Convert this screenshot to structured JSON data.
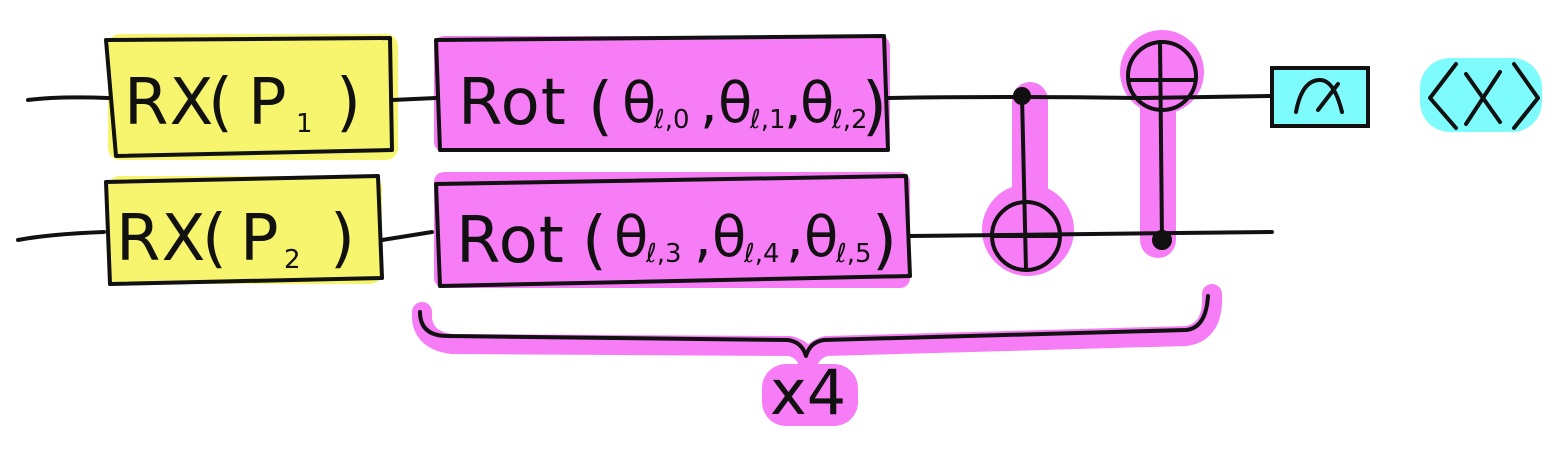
{
  "circuit": {
    "wires": [
      {
        "encoding_gate": {
          "name": "RX",
          "param_main": "P",
          "param_sub": "1"
        },
        "rot_gate": {
          "name": "Rot",
          "params": [
            {
              "main": "θ",
              "sub": "ℓ,0"
            },
            {
              "main": "θ",
              "sub": "ℓ,1"
            },
            {
              "main": "θ",
              "sub": "ℓ,2"
            }
          ]
        }
      },
      {
        "encoding_gate": {
          "name": "RX",
          "param_main": "P",
          "param_sub": "2"
        },
        "rot_gate": {
          "name": "Rot",
          "params": [
            {
              "main": "θ",
              "sub": "ℓ,3"
            },
            {
              "main": "θ",
              "sub": "ℓ,4"
            },
            {
              "main": "θ",
              "sub": "ℓ,5"
            }
          ]
        }
      }
    ],
    "repeat_label": "x4",
    "measurement_icon": "measurement-meter-icon",
    "expectation_label": "⟨X⟩",
    "colors": {
      "encoding": "#f6f56d",
      "layer": "#f77df6",
      "measurement": "#7efbfc",
      "ink": "#111111"
    }
  }
}
